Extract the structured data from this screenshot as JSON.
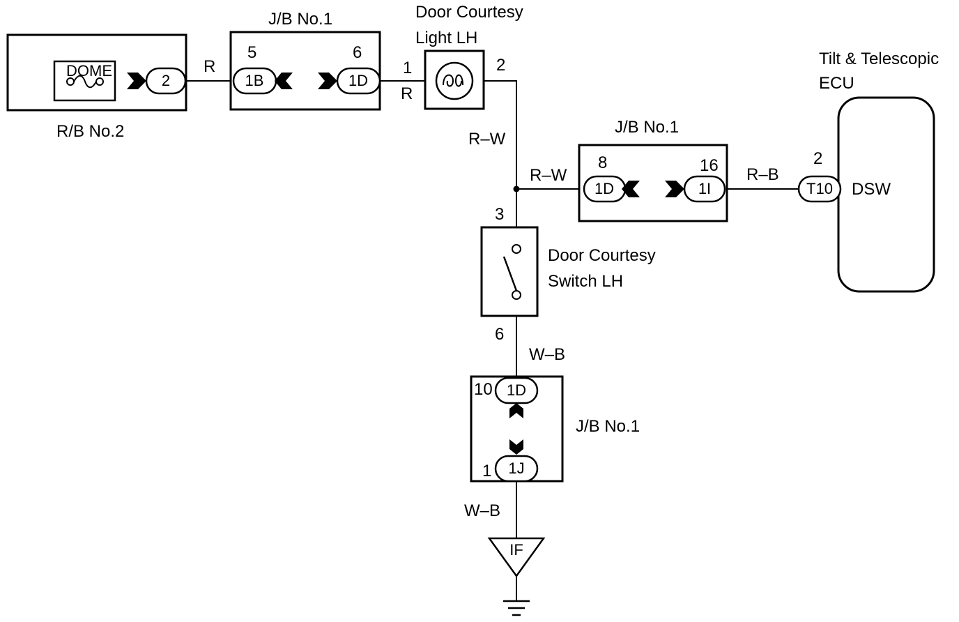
{
  "components": {
    "rb2": {
      "label": "R/B No.2",
      "fuse": "DOME",
      "pin": "2"
    },
    "jb1_top": {
      "label": "J/B No.1",
      "pin_left_no": "5",
      "pin_left": "1B",
      "pin_right_no": "6",
      "pin_right": "1D"
    },
    "door_light": {
      "label_line1": "Door Courtesy",
      "label_line2": "Light LH",
      "pin_in": "1",
      "pin_out": "2"
    },
    "jb1_mid": {
      "label": "J/B No.1",
      "pin_left_no": "8",
      "pin_left": "1D",
      "pin_right_no": "16",
      "pin_right": "1I"
    },
    "ecu": {
      "label_line1": "Tilt & Telescopic",
      "label_line2": "ECU",
      "pin_no": "2",
      "pin": "T10",
      "terminal": "DSW"
    },
    "door_switch": {
      "label_line1": "Door Courtesy",
      "label_line2": "Switch LH",
      "pin_top": "3",
      "pin_bottom": "6"
    },
    "jb1_bot": {
      "label": "J/B No.1",
      "pin_top_no": "10",
      "pin_top": "1D",
      "pin_bot_no": "1",
      "pin_bot": "1J"
    },
    "ground": {
      "label": "IF"
    }
  },
  "wires": {
    "rb_to_jb": "R",
    "jb_to_light": "R",
    "light_down": "R–W",
    "branch": "R–W",
    "jb_to_ecu": "R–B",
    "switch_down": "W–B",
    "jb_to_ground": "W–B"
  }
}
